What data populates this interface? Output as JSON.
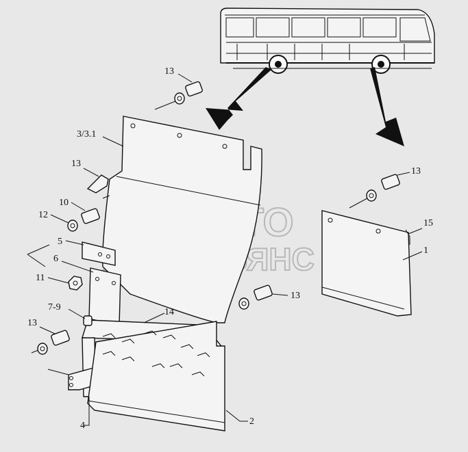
{
  "watermark": {
    "line1": "АВТО",
    "line2": "АЛЬЯНС"
  },
  "callouts": {
    "c13a": "13",
    "c3": "3/3.1",
    "c13b": "13",
    "c10": "10",
    "c12": "12",
    "c5": "5",
    "c6": "6",
    "c11": "11",
    "c79": "7-9",
    "c14": "14",
    "c13c": "13",
    "c4": "4",
    "c2": "2",
    "c13d": "13",
    "c15": "15",
    "c1": "1",
    "c13e": "13"
  },
  "colors": {
    "background": "#e8e8e8",
    "line": "#111111",
    "watermark": "#b8b8b8"
  }
}
